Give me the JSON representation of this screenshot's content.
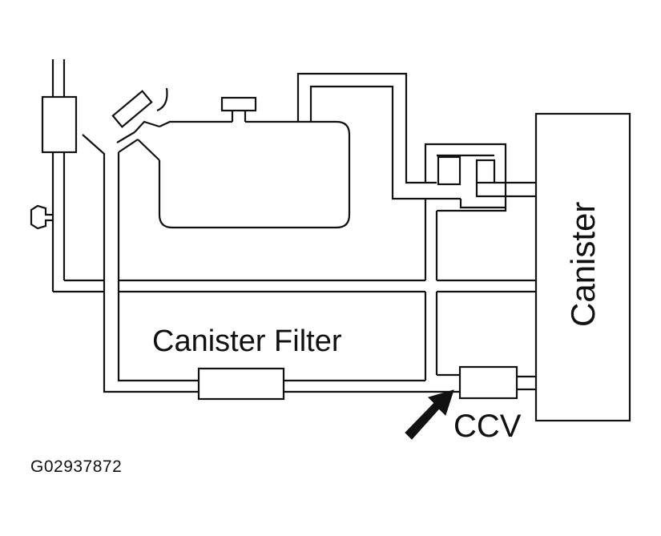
{
  "labels": {
    "canister_filter": "Canister Filter",
    "ccv": "CCV",
    "canister": "Canister",
    "figure_code": "G02937872"
  },
  "colors": {
    "line": "#111111",
    "background": "#ffffff"
  },
  "icons": {
    "pointer": "arrow-pointing-to-ccv"
  }
}
